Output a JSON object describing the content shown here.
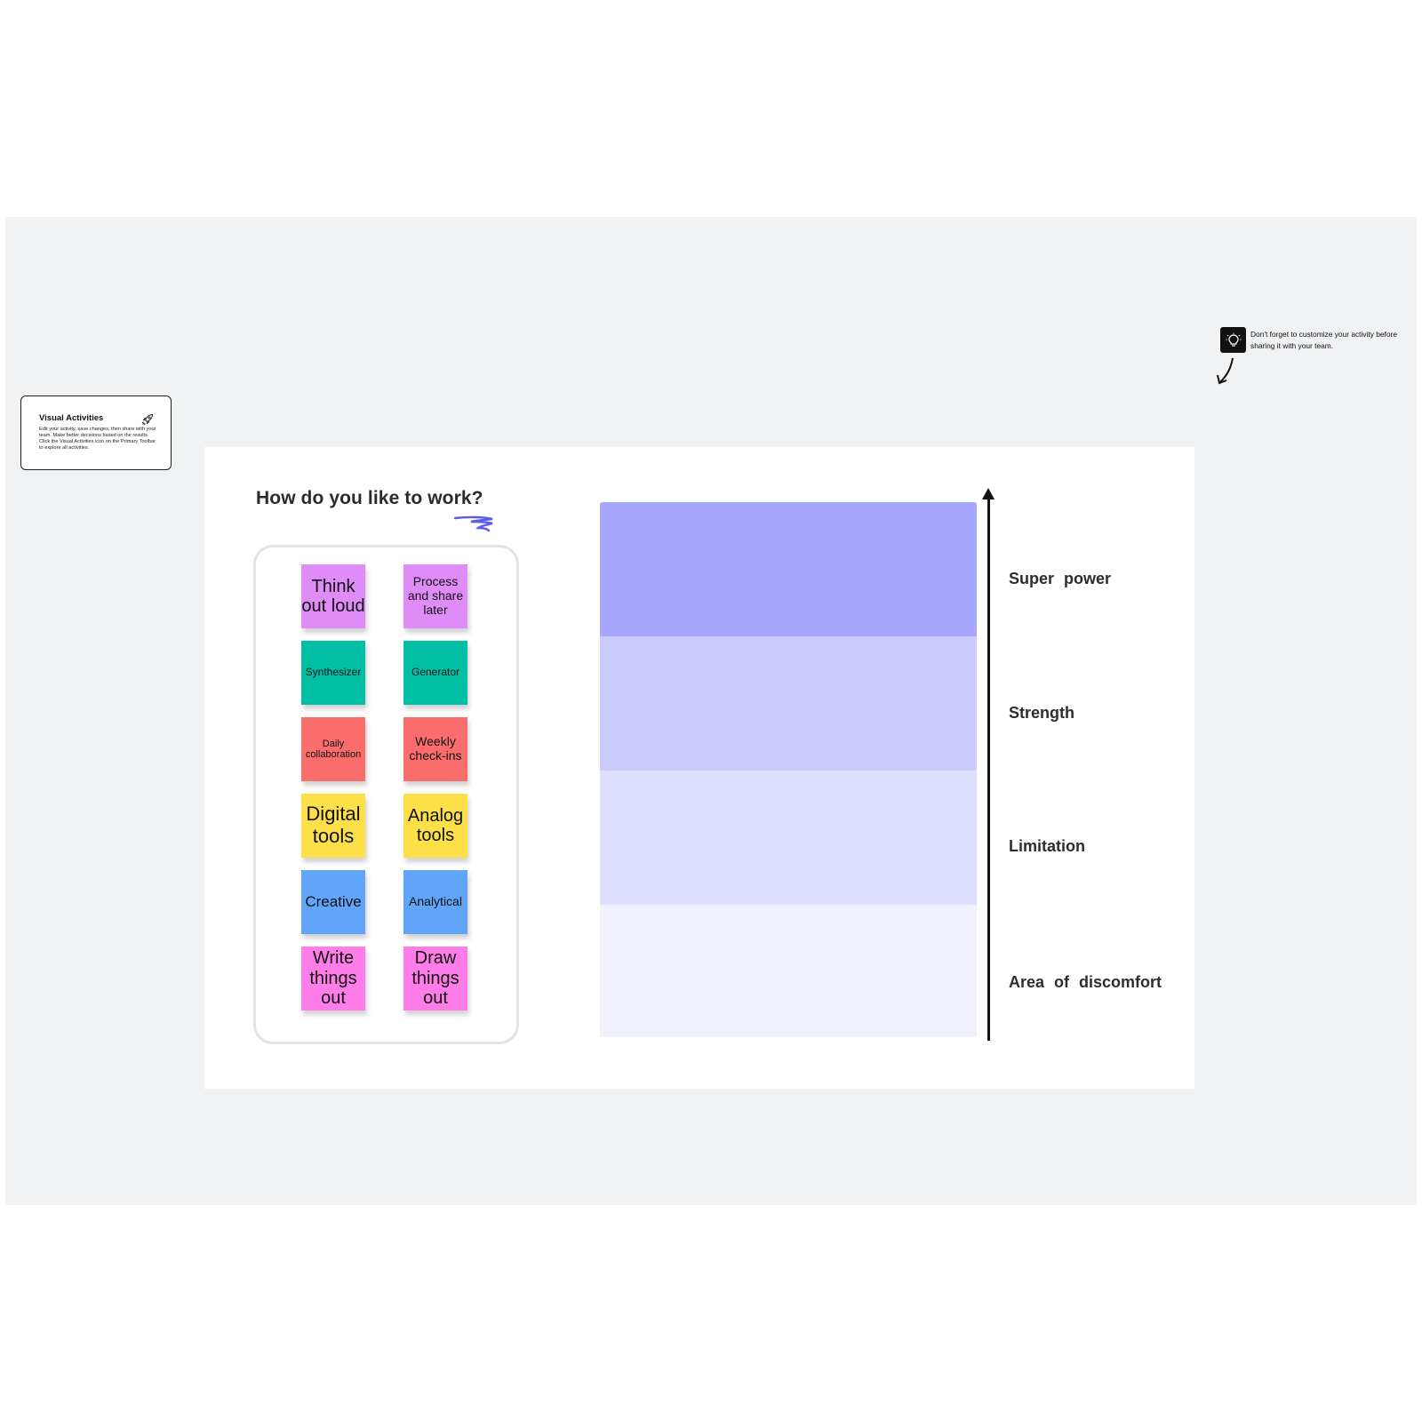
{
  "info_card": {
    "title": "Visual Activities",
    "body": "Edit your activity, save changes, then share with your team. Make better decisions based on the results. Click the Visual Activities icon on the Primary Toolbar to explore all activities.",
    "icon": "rocket-icon"
  },
  "tip": {
    "text": "Don't forget to customize your activity before sharing it with your team.",
    "icon": "lightbulb-icon"
  },
  "activity": {
    "heading": "How do you  like  to work?",
    "sticky_notes": [
      {
        "label": "Think out loud",
        "color": "#e08cf8"
      },
      {
        "label": "Process and share later",
        "color": "#e08cf8"
      },
      {
        "label": "Synthesizer",
        "color": "#00bfa5"
      },
      {
        "label": "Generator",
        "color": "#00bfa5"
      },
      {
        "label": "Daily collaboration",
        "color": "#fb6c6c"
      },
      {
        "label": "Weekly check-ins",
        "color": "#fb6c6c"
      },
      {
        "label": "Digital tools",
        "color": "#fde047"
      },
      {
        "label": "Analog tools",
        "color": "#fde047"
      },
      {
        "label": "Creative",
        "color": "#60a5fa"
      },
      {
        "label": "Analytical",
        "color": "#60a5fa"
      },
      {
        "label": "Write things out",
        "color": "#ff7de9"
      },
      {
        "label": "Draw things out",
        "color": "#ff7de9"
      }
    ],
    "levels": [
      {
        "label": "Super   power",
        "color": "#a6a6fd"
      },
      {
        "label": "Strength",
        "color": "#cbcbfd"
      },
      {
        "label": "Limitation",
        "color": "#dedefe"
      },
      {
        "label": "Area   of   discomfort",
        "color": "#f1f1fe"
      }
    ]
  }
}
